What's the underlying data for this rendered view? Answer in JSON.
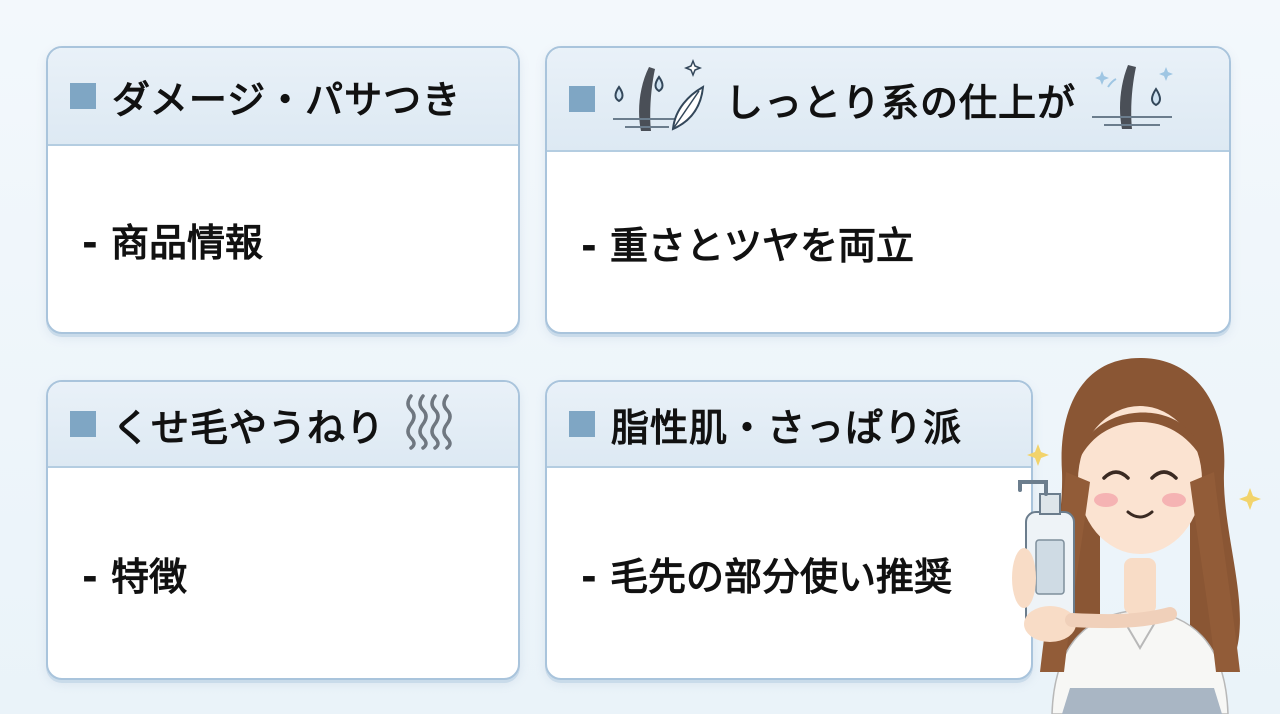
{
  "cards": [
    {
      "title": "ダメージ・パサつき",
      "body": "- 商品情報"
    },
    {
      "title": "しっとり系の仕上が",
      "body": "- 重さとツヤを両立"
    },
    {
      "title": "くせ毛やうねり",
      "body": "- 特徴"
    },
    {
      "title": "脂性肌・さっぱり派",
      "body": "- 毛先の部分使い推奨"
    }
  ],
  "icons": {
    "moist_left": "hair-droplet-feather-icon",
    "moist_right": "hair-droplet-icon",
    "wavy": "wavy-lines-icon",
    "woman": "woman-holding-bottle-illustration",
    "sparkle": "sparkle-icon"
  },
  "colors": {
    "accent_square": "#7fa6c4",
    "card_border": "#a9c4dc",
    "header_bg": "#e3edf6",
    "background": "#eef5fa"
  }
}
